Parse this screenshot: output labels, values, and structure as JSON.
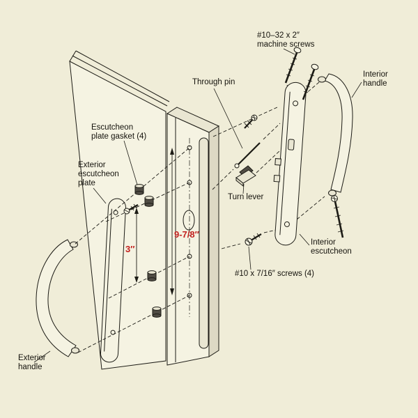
{
  "colors": {
    "background": "#f0edd8",
    "line": "#1c1b15",
    "dimension_text": "#c32220",
    "part_fill": "#f5f3e2",
    "gasket_fill": "#504c44"
  },
  "labels": {
    "machine_screws": [
      "#10–32 x 2″",
      "machine screws"
    ],
    "interior_handle": [
      "Interior",
      "handle"
    ],
    "through_pin": "Through pin",
    "escutcheon_plate_gasket": [
      "Escutcheon",
      "plate gasket (4)"
    ],
    "exterior_escutcheon_plate": [
      "Exterior",
      "escutcheon",
      "plate"
    ],
    "turn_lever": "Turn lever",
    "interior_escutcheon": [
      "Interior",
      "escutcheon"
    ],
    "short_screws": "#10 x 7/16″ screws (4)",
    "exterior_handle": [
      "Exterior",
      "handle"
    ]
  },
  "dimensions": {
    "height": "9-7/8″",
    "spacing": "3″"
  }
}
